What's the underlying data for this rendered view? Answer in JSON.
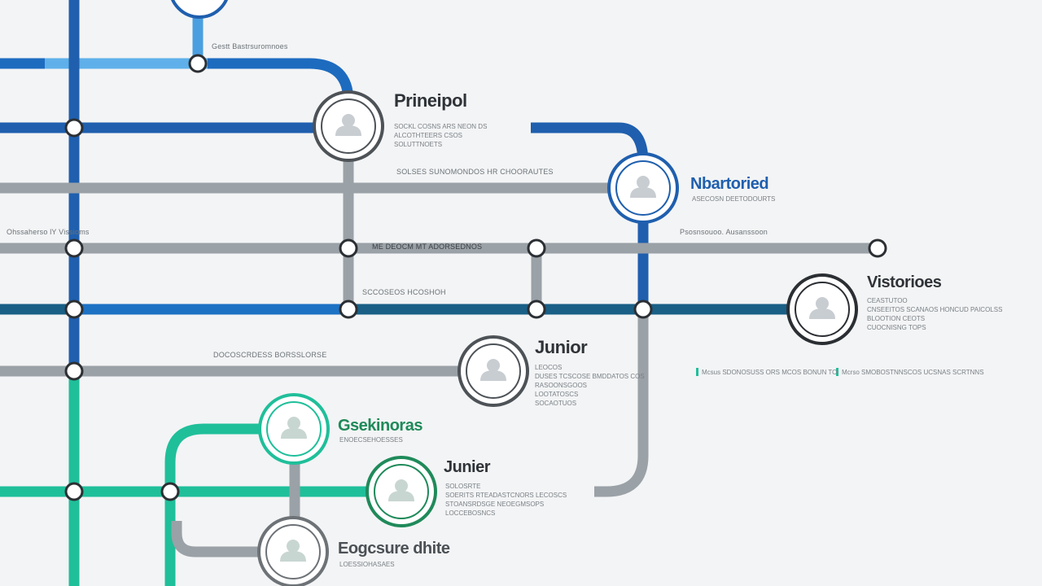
{
  "colors": {
    "background": "#f3f4f5",
    "blue_dark": "#1f5fae",
    "blue_mid": "#1d6bbf",
    "blue_light": "#4a9fe0",
    "teal_line": "#195f86",
    "gray": "#9aa1a7",
    "green": "#1fbf9a",
    "green_dark": "#1f8a5a",
    "avatar_fill": "#c8cdd2"
  },
  "roles": {
    "principal": {
      "title": "Prineipol",
      "desc": [
        "SOCKL COSNS ARS NEON DS",
        "ALCOTHTEERS CSOS",
        "SOLUTTNOETS"
      ]
    },
    "nbartoried": {
      "title": "Nbartoried",
      "desc": [
        "ASECOSN DEETODOURTS"
      ]
    },
    "vistorioes": {
      "title": "Vistorioes",
      "desc": [
        "CEASTUTOO",
        "CNSEEITOS SCANAOS HONCUD PAICOLSS",
        "BLOOTION CEOTS",
        "CUOCNISNG TOPS"
      ]
    },
    "junior_gray": {
      "title": "Junior",
      "desc": [
        "LEOCOS",
        "DUSES TCSCOSE BMDDATOS COS",
        "RASOONSGOOS",
        "LOOTATOSCS",
        "SOCAOTUOS"
      ]
    },
    "gsekinoras": {
      "title": "Gsekinoras",
      "desc": [
        "ENOECSEHOESSES"
      ]
    },
    "junior_green": {
      "title": "Junier",
      "desc": [
        "SOLOSRTE",
        "SOERITS RTEADASTCNORS LECOSCS",
        "STOANSRDSGE NEOEGMSOPS",
        "LOCCEBOSNCS"
      ]
    },
    "executive": {
      "title": "Eogcsure dhite",
      "desc": [
        "LOESSIOHASAES"
      ]
    }
  },
  "line_labels": {
    "top": "Gestt Bastrsuromnoes",
    "subhead": "SOLSES SUNOMONDOS HR CHOORAUTES",
    "gray_left": "Ohssaherso lY Vissioms",
    "mid_center": "ME DEOCM MT ADORSEDNOS",
    "right": "Psosnsouoo. Ausanssoon",
    "center_small": "SCCOSEOS HCOSHOH",
    "lower_left": "DOCOSCRDESS BORSSLORSE",
    "far_row_a": "Mcsus SDONOSUSS ORS MCOS BONUN TO",
    "far_row_b": "Mcrso SMOBOSTNNSCOS UCSNAS SCRTNNS"
  }
}
